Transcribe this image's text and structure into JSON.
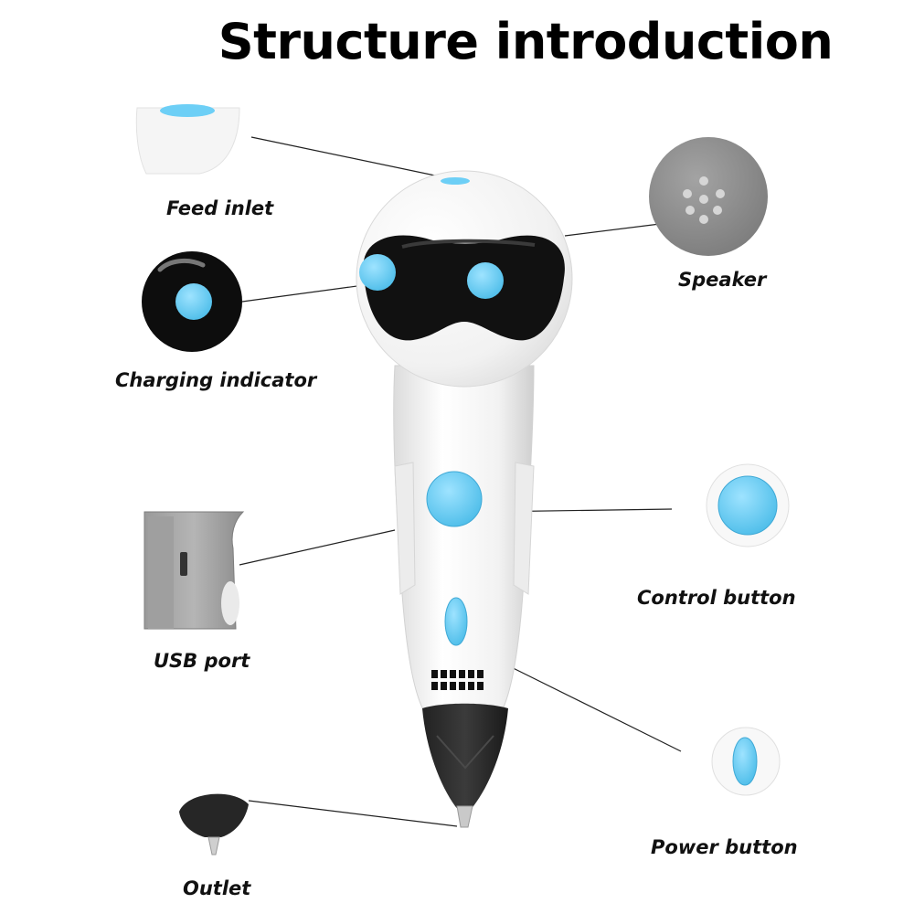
{
  "title": "Structure introduction",
  "parts": {
    "feed_inlet": "Feed inlet",
    "charging_indicator": "Charging indicator",
    "usb_port": "USB port",
    "outlet": "Outlet",
    "speaker": "Speaker",
    "control_button": "Control button",
    "power_button": "Power button"
  },
  "colors": {
    "accent_blue": "#6dcff6",
    "body_white": "#f7f7f7",
    "visor_black": "#111111",
    "speaker_gray": "#8a8a8a"
  }
}
